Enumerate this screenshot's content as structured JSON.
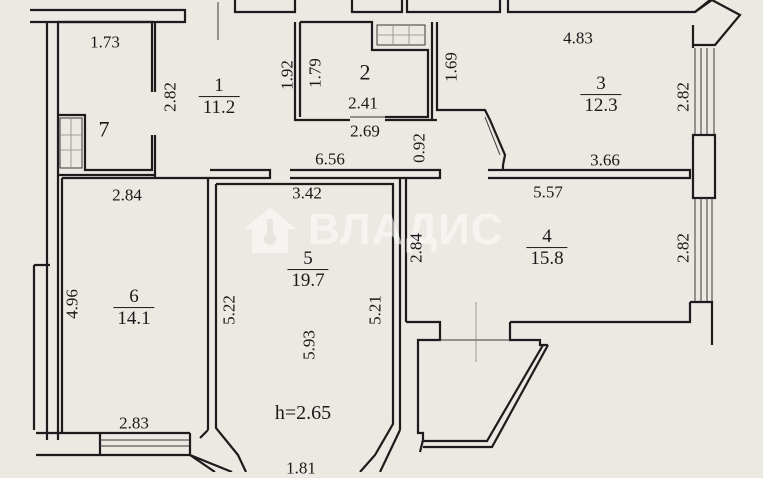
{
  "watermark": {
    "brand": "ВЛАДИС",
    "icon": "house-key-icon",
    "color": "#ffffff"
  },
  "colors": {
    "background": "#ece8e2",
    "walls": "#1c1c1c"
  },
  "rooms": [
    {
      "number": "1",
      "area": "11.2"
    },
    {
      "number": "2",
      "area": ""
    },
    {
      "number": "3",
      "area": "12.3"
    },
    {
      "number": "4",
      "area": "15.8"
    },
    {
      "number": "5",
      "area": "19.7"
    },
    {
      "number": "6",
      "area": "14.1"
    },
    {
      "number": "7",
      "area": ""
    }
  ],
  "dimensions": {
    "room7_top": "1.73",
    "room1_left": "2.82",
    "room1_right": "1.92",
    "room2_left": "1.79",
    "room2_bottom_inner": "2.41",
    "room2_bottom_outer": "2.69",
    "room3_left": "1.69",
    "room3_top": "4.83",
    "room3_right": "2.82",
    "room3_bottom": "3.66",
    "corridor_width": "0.92",
    "corridor_length": "6.56",
    "room6_top": "2.84",
    "room6_left": "4.96",
    "room6_bottom": "2.83",
    "room5_top": "3.42",
    "room5_left": "5.22",
    "room5_right": "5.21",
    "room5_length": "5.93",
    "room5_bottom": "1.81",
    "room4_top": "5.57",
    "room4_left": "2.84",
    "room4_right": "2.82"
  },
  "ceiling_height": "h=2.65"
}
